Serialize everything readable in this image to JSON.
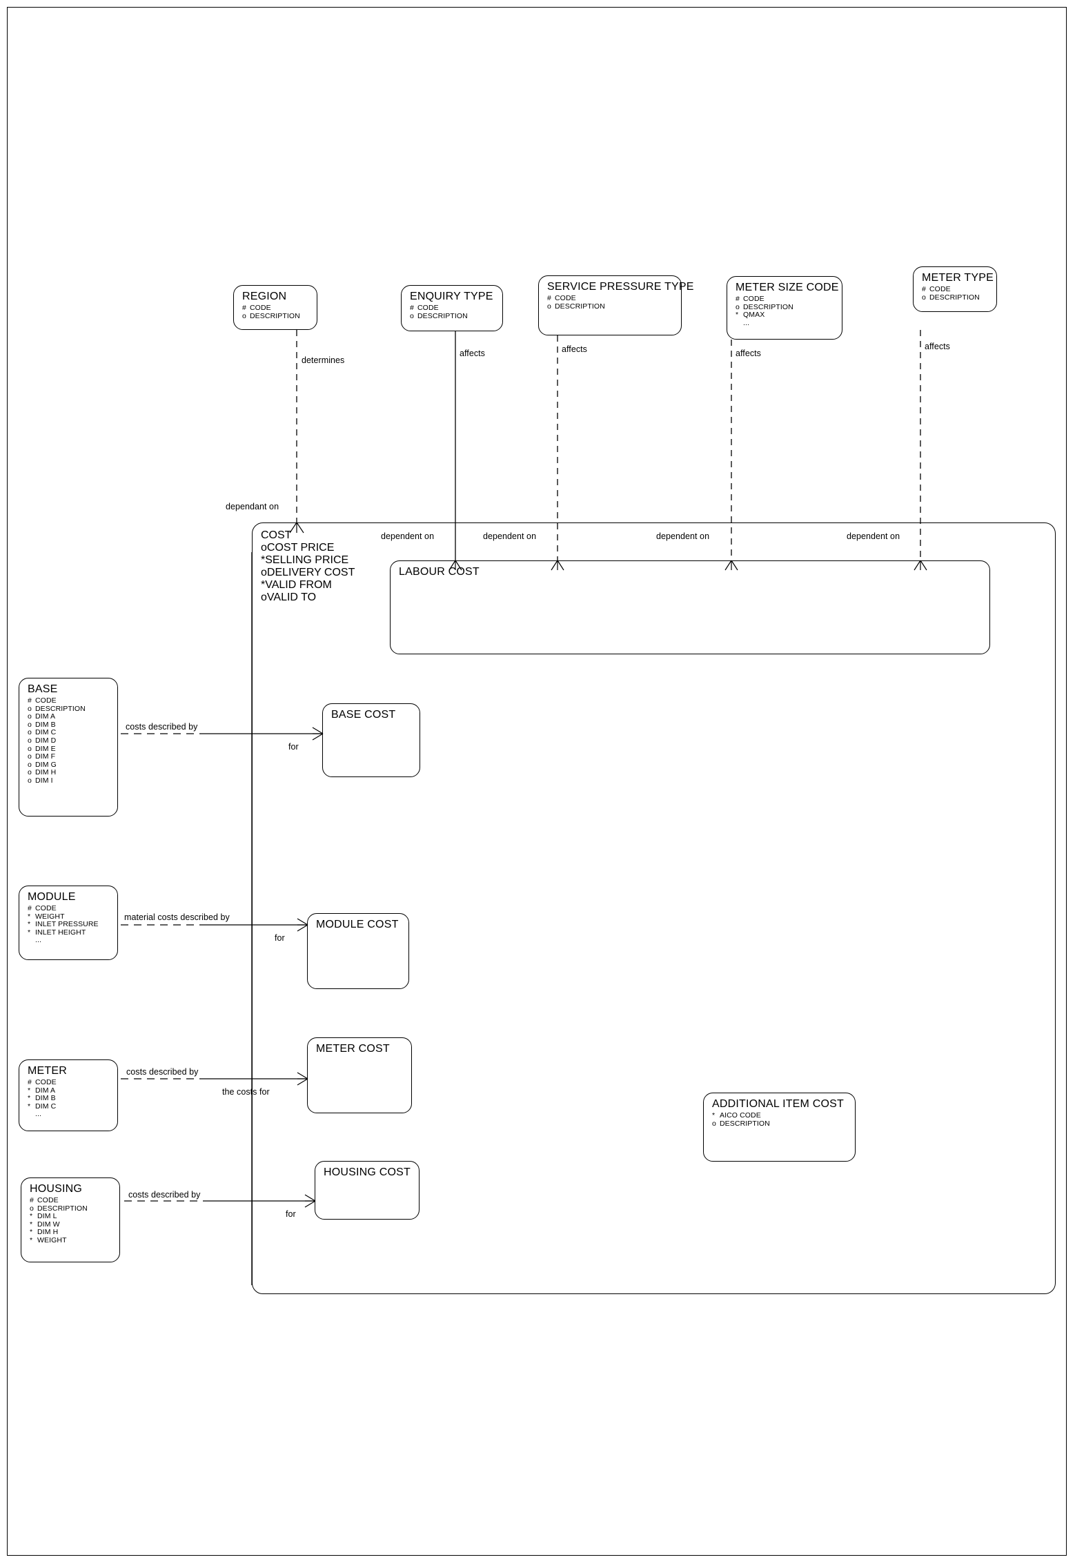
{
  "diagram": {
    "title": "Cost Model Entity Relationship Diagram",
    "notation": "information-engineering",
    "entities": [
      {
        "id": "region",
        "name": "REGION",
        "attributes": [
          {
            "marker": "#",
            "name": "CODE"
          },
          {
            "marker": "o",
            "name": "DESCRIPTION"
          }
        ]
      },
      {
        "id": "enquiry-type",
        "name": "ENQUIRY TYPE",
        "attributes": [
          {
            "marker": "#",
            "name": "CODE"
          },
          {
            "marker": "o",
            "name": "DESCRIPTION"
          }
        ]
      },
      {
        "id": "service-pressure-type",
        "name": "SERVICE PRESSURE TYPE",
        "attributes": [
          {
            "marker": "#",
            "name": "CODE"
          },
          {
            "marker": "o",
            "name": "DESCRIPTION"
          }
        ]
      },
      {
        "id": "meter-size-code",
        "name": "METER SIZE CODE",
        "attributes": [
          {
            "marker": "#",
            "name": "CODE"
          },
          {
            "marker": "o",
            "name": "DESCRIPTION"
          },
          {
            "marker": "*",
            "name": "QMAX"
          },
          {
            "marker": "",
            "name": "..."
          }
        ]
      },
      {
        "id": "meter-type",
        "name": "METER TYPE",
        "attributes": [
          {
            "marker": "#",
            "name": "CODE"
          },
          {
            "marker": "o",
            "name": "DESCRIPTION"
          }
        ]
      },
      {
        "id": "cost",
        "name": "COST",
        "attributes": [
          {
            "marker": "o",
            "name": "COST PRICE"
          },
          {
            "marker": "*",
            "name": "SELLING PRICE"
          },
          {
            "marker": "o",
            "name": "DELIVERY COST"
          },
          {
            "marker": "*",
            "name": "VALID FROM"
          },
          {
            "marker": "o",
            "name": "VALID TO"
          }
        ]
      },
      {
        "id": "labour-cost",
        "name": "LABOUR COST",
        "attributes": []
      },
      {
        "id": "base",
        "name": "BASE",
        "attributes": [
          {
            "marker": "#",
            "name": "CODE"
          },
          {
            "marker": "o",
            "name": "DESCRIPTION"
          },
          {
            "marker": "o",
            "name": "DIM A"
          },
          {
            "marker": "o",
            "name": "DIM B"
          },
          {
            "marker": "o",
            "name": "DIM C"
          },
          {
            "marker": "o",
            "name": "DIM D"
          },
          {
            "marker": "o",
            "name": "DIM E"
          },
          {
            "marker": "o",
            "name": "DIM F"
          },
          {
            "marker": "o",
            "name": "DIM G"
          },
          {
            "marker": "o",
            "name": "DIM H"
          },
          {
            "marker": "o",
            "name": "DIM I"
          }
        ]
      },
      {
        "id": "base-cost",
        "name": "BASE COST",
        "attributes": []
      },
      {
        "id": "module",
        "name": "MODULE",
        "attributes": [
          {
            "marker": "#",
            "name": "CODE"
          },
          {
            "marker": "*",
            "name": "WEIGHT"
          },
          {
            "marker": "*",
            "name": "INLET PRESSURE"
          },
          {
            "marker": "*",
            "name": "INLET HEIGHT"
          },
          {
            "marker": "",
            "name": "..."
          }
        ]
      },
      {
        "id": "module-cost",
        "name": "MODULE COST",
        "attributes": []
      },
      {
        "id": "meter",
        "name": "METER",
        "attributes": [
          {
            "marker": "#",
            "name": "CODE"
          },
          {
            "marker": "*",
            "name": "DIM A"
          },
          {
            "marker": "*",
            "name": "DIM B"
          },
          {
            "marker": "*",
            "name": "DIM C"
          },
          {
            "marker": "",
            "name": "..."
          }
        ]
      },
      {
        "id": "meter-cost",
        "name": "METER COST",
        "attributes": []
      },
      {
        "id": "housing",
        "name": "HOUSING",
        "attributes": [
          {
            "marker": "#",
            "name": "CODE"
          },
          {
            "marker": "o",
            "name": "DESCRIPTION"
          },
          {
            "marker": "*",
            "name": "DIM L"
          },
          {
            "marker": "*",
            "name": "DIM W"
          },
          {
            "marker": "*",
            "name": "DIM H"
          },
          {
            "marker": "*",
            "name": "WEIGHT"
          }
        ]
      },
      {
        "id": "housing-cost",
        "name": "HOUSING COST",
        "attributes": []
      },
      {
        "id": "additional-item-cost",
        "name": "ADDITIONAL ITEM COST",
        "attributes": [
          {
            "marker": "*",
            "name": "AICO CODE"
          },
          {
            "marker": "o",
            "name": "DESCRIPTION"
          }
        ]
      }
    ],
    "relationship_labels": {
      "determines": "determines",
      "affects_enquiry": "affects",
      "affects_service_pressure": "affects",
      "affects_meter_size": "affects",
      "affects_meter_type": "affects",
      "dependant_on": "dependant on",
      "dependent_on_1": "dependent on",
      "dependent_on_2": "dependent on",
      "dependent_on_3": "dependent on",
      "dependent_on_4": "dependent on",
      "base_costs_described_by": "costs described by",
      "base_for": "for",
      "module_material_costs_described_by": "material costs described by",
      "module_for": "for",
      "meter_costs_described_by": "costs described by",
      "meter_the_costs_for": "the costs for",
      "housing_costs_described_by": "costs described by",
      "housing_for": "for"
    }
  }
}
